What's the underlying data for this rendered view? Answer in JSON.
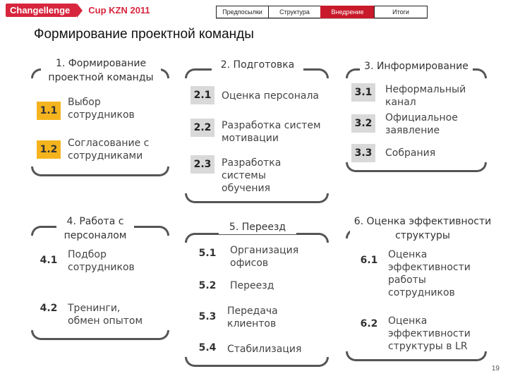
{
  "header": {
    "brand": "Changellenge",
    "cup": "Cup KZN 2011",
    "tabs": [
      "Предпосылки",
      "Структура",
      "Внедрение",
      "Итоги"
    ],
    "active_tab": "Внедрение"
  },
  "page_title": "Формирование проектной команды",
  "stages": [
    {
      "title_line1": "1. Формирование",
      "title_line2": "проектной команды",
      "items": [
        {
          "num": "1.1",
          "line1": "Выбор",
          "line2": "сотрудников"
        },
        {
          "num": "1.2",
          "line1": "Согласование с",
          "line2": "сотрудниками"
        }
      ]
    },
    {
      "title_line1": "2. Подготовка",
      "items": [
        {
          "num": "2.1",
          "line1": "Оценка персонала"
        },
        {
          "num": "2.2",
          "line1": "Разработка систем",
          "line2": "мотивации"
        },
        {
          "num": "2.3",
          "line1": "Разработка",
          "line2": "системы",
          "line3": "обучения"
        }
      ]
    },
    {
      "title_line1": "3. Информирование",
      "items": [
        {
          "num": "3.1",
          "line1": "Неформальный",
          "line2": "канал"
        },
        {
          "num": "3.2",
          "line1": "Официальное",
          "line2": "заявление"
        },
        {
          "num": "3.3",
          "line1": "Собрания"
        }
      ]
    },
    {
      "title_line1": "4. Работа с",
      "title_line2": "персоналом",
      "items": [
        {
          "num": "4.1",
          "line1": "Подбор",
          "line2": "сотрудников"
        },
        {
          "num": "4.2",
          "line1": "Тренинги,",
          "line2": "обмен опытом"
        }
      ]
    },
    {
      "title_line1": "5. Переезд",
      "items": [
        {
          "num": "5.1",
          "line1": "Организация",
          "line2": "офисов"
        },
        {
          "num": "5.2",
          "line1": "Переезд"
        },
        {
          "num": "5.3",
          "line1": "Передача",
          "line2": "клиентов"
        },
        {
          "num": "5.4",
          "line1": "Стабилизация"
        }
      ]
    },
    {
      "title_line1": "6. Оценка эффективности",
      "title_line2": "структуры",
      "items": [
        {
          "num": "6.1",
          "line1": "Оценка",
          "line2": "эффективности",
          "line3": "работы",
          "line4": "сотрудников"
        },
        {
          "num": "6.2",
          "line1": "Оценка",
          "line2": "эффективности",
          "line3": "структуры в LR"
        }
      ]
    }
  ],
  "page_number": "19",
  "colors": {
    "accent": "#c81a2b",
    "highlight": "#f5b41d",
    "badge_gray": "#d9d9d9",
    "bracket": "#555555"
  }
}
